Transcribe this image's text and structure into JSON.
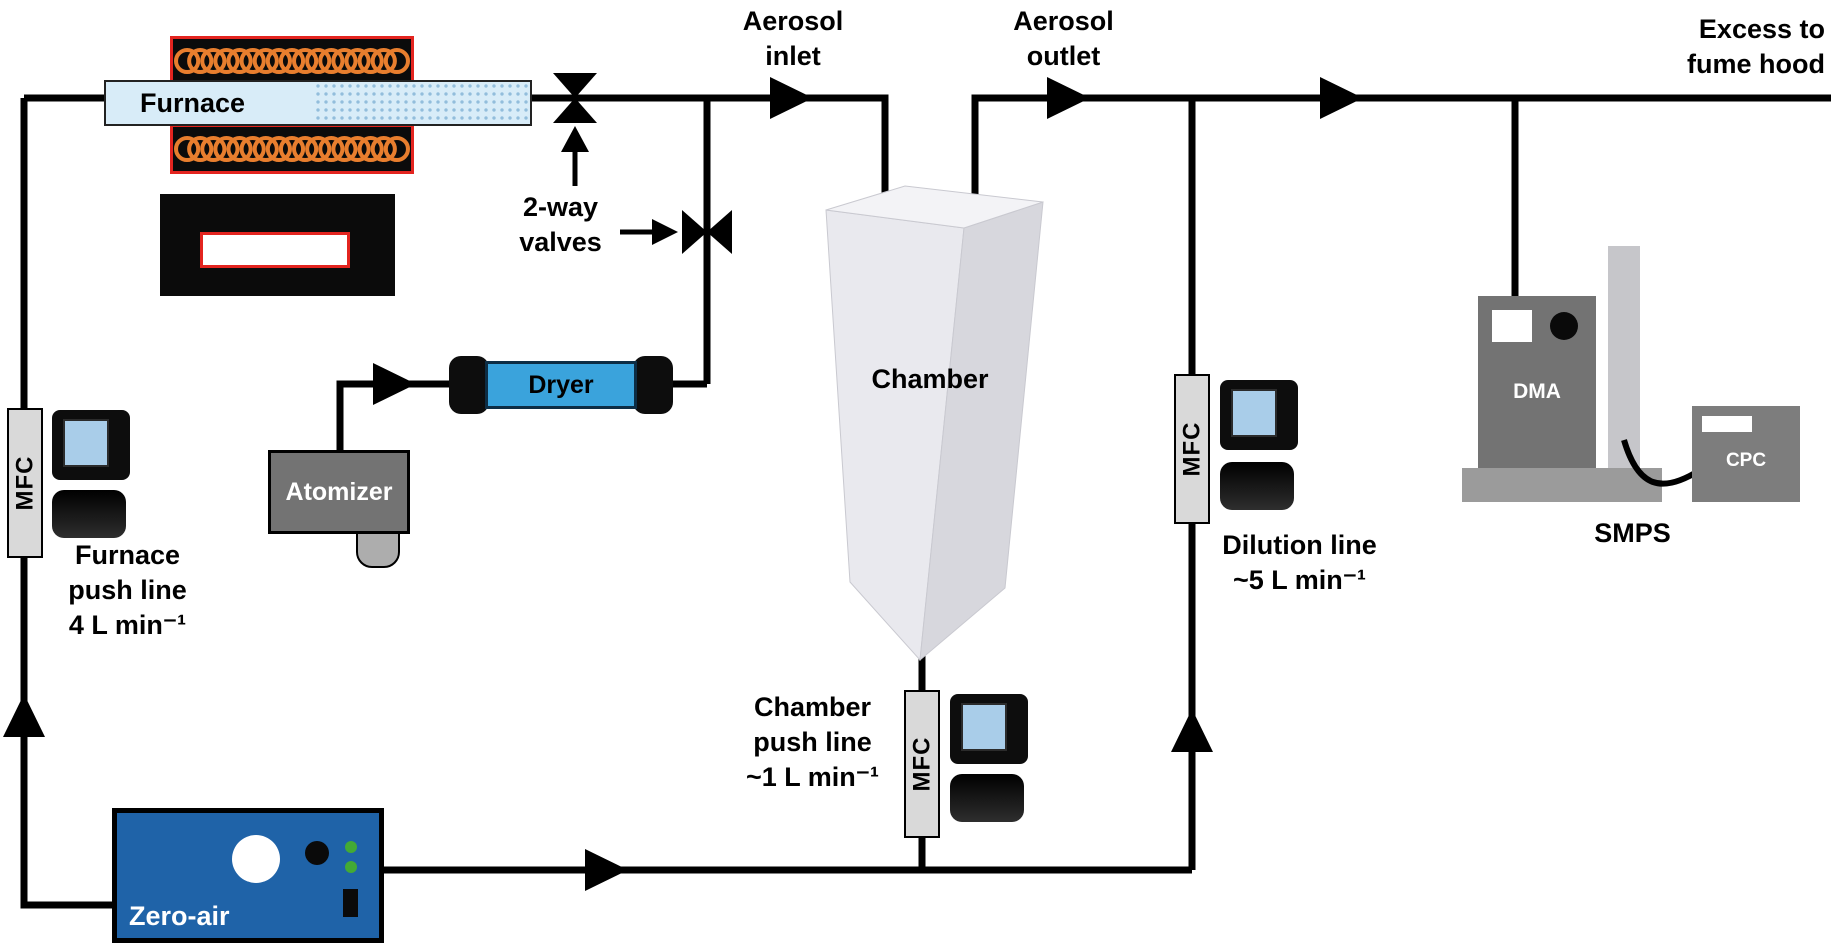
{
  "labels": {
    "furnace": "Furnace",
    "two_way_valves": "2-way\nvalves",
    "aerosol_inlet": "Aerosol\ninlet",
    "aerosol_outlet": "Aerosol\noutlet",
    "excess_to_fume_hood": "Excess to\nfume hood",
    "dryer": "Dryer",
    "atomizer": "Atomizer",
    "chamber": "Chamber",
    "mfc": "MFC",
    "furnace_push_line": "Furnace\npush line\n4 L min⁻¹",
    "chamber_push_line": "Chamber\npush line\n~1 L min⁻¹",
    "dilution_line": "Dilution line\n~5 L min⁻¹",
    "zero_air": "Zero-air",
    "dma": "DMA",
    "cpc": "CPC",
    "smps": "SMPS"
  },
  "colors": {
    "pipe_black": "#000000",
    "heater_border_red": "#e3241f",
    "coil_orange": "#e87e2e",
    "furnace_tube_blue": "#d8ecf8",
    "dryer_blue": "#3aa3dc",
    "mfc_bar_gray": "#d9d9d9",
    "mfc_screen_blue": "#a9cde9",
    "zero_air_blue": "#1f63a8",
    "led_green": "#43aa35",
    "chamber_front_gray": "#e9e9ee",
    "chamber_side_gray": "#d7d7dd",
    "chamber_top_gray": "#f3f3f6",
    "instrument_gray": "#737373",
    "column_gray": "#c6c6ca",
    "platform_gray": "#9b9b9b"
  }
}
